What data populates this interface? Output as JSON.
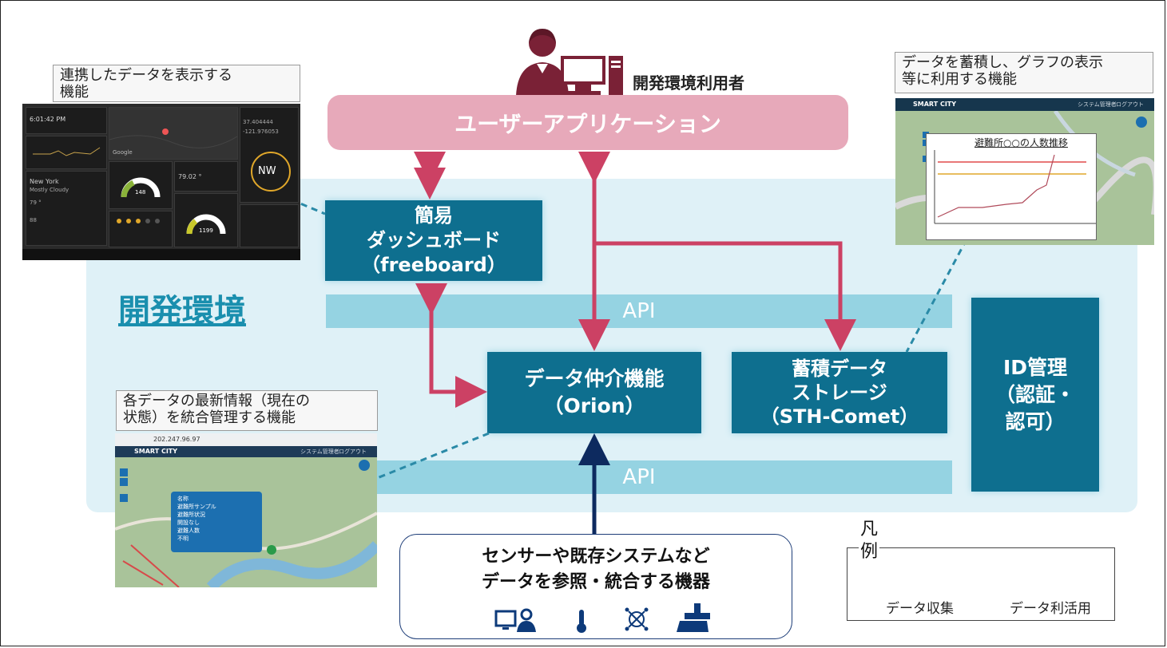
{
  "user": {
    "label": "開発環境利用者"
  },
  "user_app": {
    "label": "ユーザーアプリケーション"
  },
  "dev_env": {
    "title": "開発環境"
  },
  "api": {
    "upper": "API",
    "lower": "API"
  },
  "boxes": {
    "dashboard": [
      "簡易",
      "ダッシュボード",
      "（freeboard）"
    ],
    "orion": [
      "データ仲介機能",
      "（Orion）"
    ],
    "comet": [
      "蓄積データ",
      "ストレージ",
      "（STH-Comet）"
    ],
    "idm": [
      "ID管理",
      "（認証・",
      "認可）"
    ]
  },
  "captions": {
    "dashboard": [
      "連携したデータを表示する",
      "機能"
    ],
    "graph": [
      "データを蓄積し、グラフの表示",
      "等に利用する機能"
    ],
    "map": [
      "各データの最新情報（現在の",
      "状態）を統合管理する機能"
    ]
  },
  "sensor": {
    "lines": [
      "センサーや既存システムなど",
      "データを参照・統合する機器"
    ],
    "icons": [
      "computer-user-icon",
      "thermometer-icon",
      "network-icon",
      "camera-icon"
    ]
  },
  "legend": {
    "title": "凡例",
    "collect": "データ収集",
    "use": "データ利活用"
  },
  "screens": {
    "dashboard": {
      "time": "6:01:42 PM",
      "city": "New York",
      "weather": "Mostly Cloudy",
      "temp": "79 °",
      "humidity": "88",
      "latitude": "37.404444",
      "longitude": "-121.976053",
      "compass": "NW",
      "gauge1": "148",
      "gauge2": "1199",
      "map_brand": "Google",
      "temp2": "79.02 °"
    },
    "graph": {
      "brand": "SMART CITY",
      "nav1": "システム管理者",
      "nav2": "ログアウト",
      "title": "避難所○○の人数推移"
    },
    "map": {
      "url": "202.247.96.97",
      "brand": "SMART CITY",
      "nav1": "システム管理者",
      "nav2": "ログアウト",
      "popup": [
        "名称",
        "避難所サンプル",
        "避難所状況",
        "開設なし",
        "避難人数",
        "不明"
      ]
    }
  },
  "colors": {
    "collect_arrow": "#0d2a5f",
    "use_arrow": "#cc4164",
    "box": "#0e6f8f",
    "api_bar": "#95d3e2",
    "dev_env_bg": "#dff1f7",
    "user_app": "#e7a9ba",
    "user_icon": "#7a2136"
  }
}
